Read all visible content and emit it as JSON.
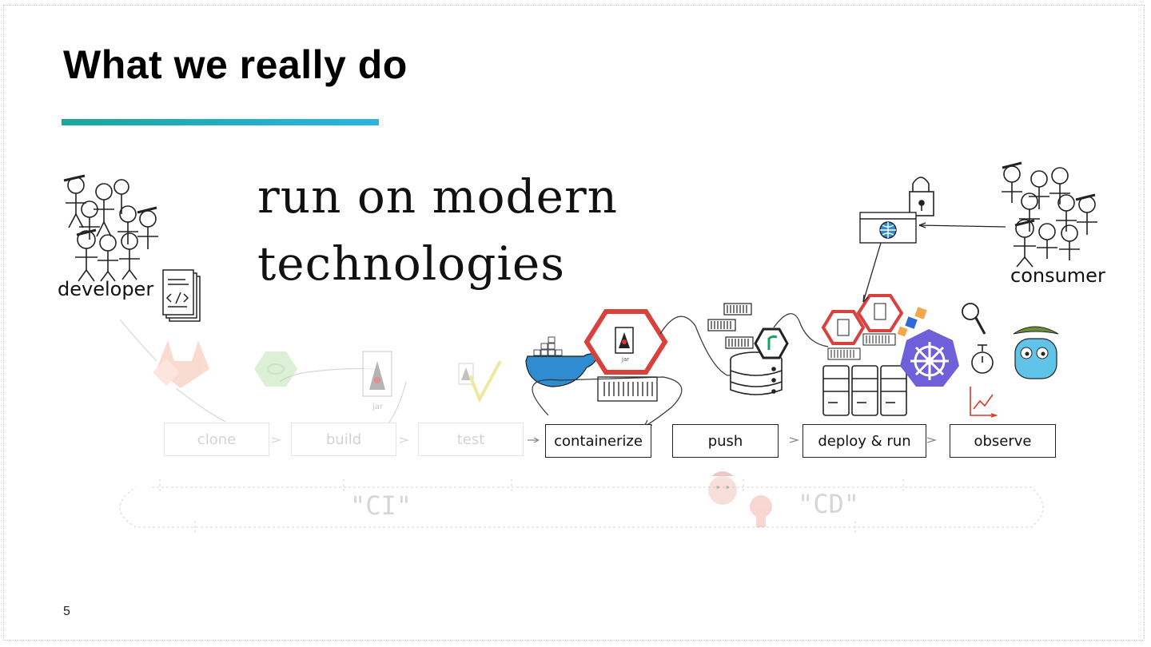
{
  "slide": {
    "title": "What we really do",
    "headline_line1": "run on modern",
    "headline_line2": "technologies",
    "page_number": "5",
    "accent_colors": [
      "#1aa89a",
      "#2bb3e3"
    ]
  },
  "actors": {
    "developer": "developer",
    "consumer": "consumer"
  },
  "pipeline": {
    "steps": [
      {
        "label": "clone",
        "state": "faded"
      },
      {
        "label": "build",
        "state": "faded"
      },
      {
        "label": "test",
        "state": "faded"
      },
      {
        "label": "containerize",
        "state": "active"
      },
      {
        "label": "push",
        "state": "active"
      },
      {
        "label": "deploy & run",
        "state": "active"
      },
      {
        "label": "observe",
        "state": "active"
      }
    ],
    "separator": ">"
  },
  "phases": {
    "ci": "\"CI\"",
    "cd": "\"CD\""
  },
  "icons": {
    "jar_label": "jar"
  }
}
